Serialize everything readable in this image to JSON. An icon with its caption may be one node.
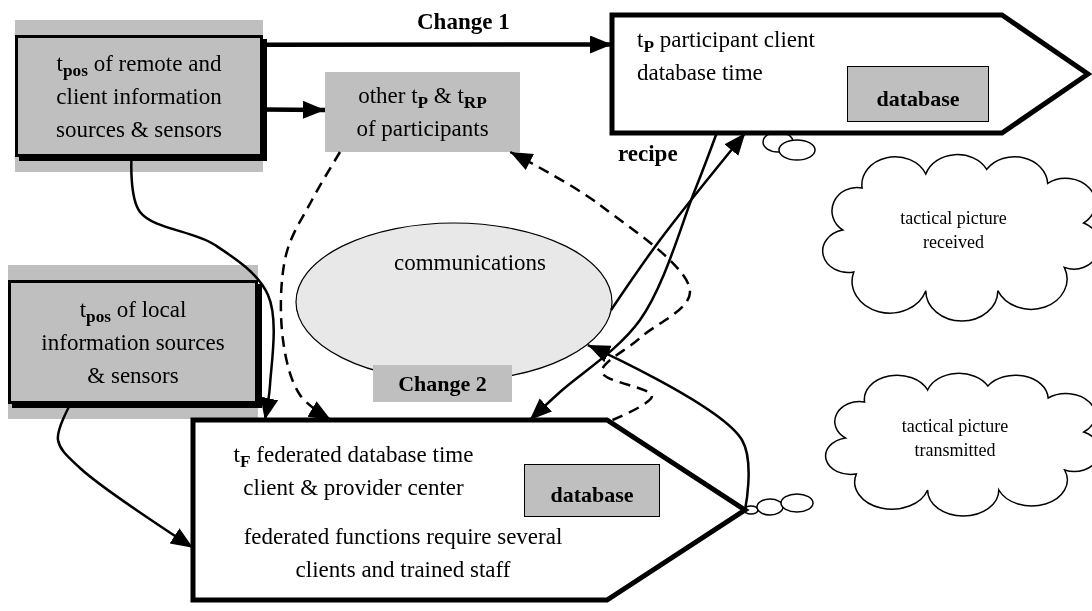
{
  "diagram": {
    "nodes": [
      {
        "text": [
          "t$_{pos}$ of remote and client information sources & sensors"
        ]
      },
      {
        "text": [
          "other t$_{P}$ & t$_{RP}$ of participants"
        ]
      },
      {
        "text": [
          "t$_{P}$ participant client database time"
        ]
      },
      {
        "text": [
          "database"
        ],
        "in": 2
      },
      {
        "text": [
          "communications"
        ]
      },
      {
        "text": [
          "t$_{pos}$ of local information sources & sensors"
        ]
      },
      {
        "text": [
          "Change 2"
        ]
      },
      {
        "text": [
          "t$_{F}$ federated database time client & provider center",
          "federated functions require several clients and trained staff"
        ]
      },
      {
        "text": [
          "database"
        ],
        "in": 7
      },
      {
        "text": [
          "tactical picture received"
        ]
      },
      {
        "text": [
          "tactical picture transmitted"
        ]
      }
    ],
    "edges": [
      {
        "from": 0,
        "to": 2,
        "arrow": "to",
        "label": "Change 1",
        "style": "thick"
      },
      {
        "from": 0,
        "to": 1,
        "arrow": "to",
        "style": "thick"
      },
      {
        "from": 0,
        "to": 7,
        "arrow": "to"
      },
      {
        "from": 5,
        "to": 7,
        "arrow": "to"
      },
      {
        "from": 2,
        "to": 7,
        "arrow": "to",
        "label": "recipe"
      },
      {
        "from": 7,
        "to": 4,
        "arrow": "to"
      },
      {
        "from": 4,
        "to": 2,
        "arrow": "to"
      },
      {
        "from": 1,
        "to": 7,
        "arrow": "to",
        "style": "dashed"
      },
      {
        "from": 7,
        "to": 1,
        "arrow": "to",
        "style": "dashed"
      }
    ]
  }
}
